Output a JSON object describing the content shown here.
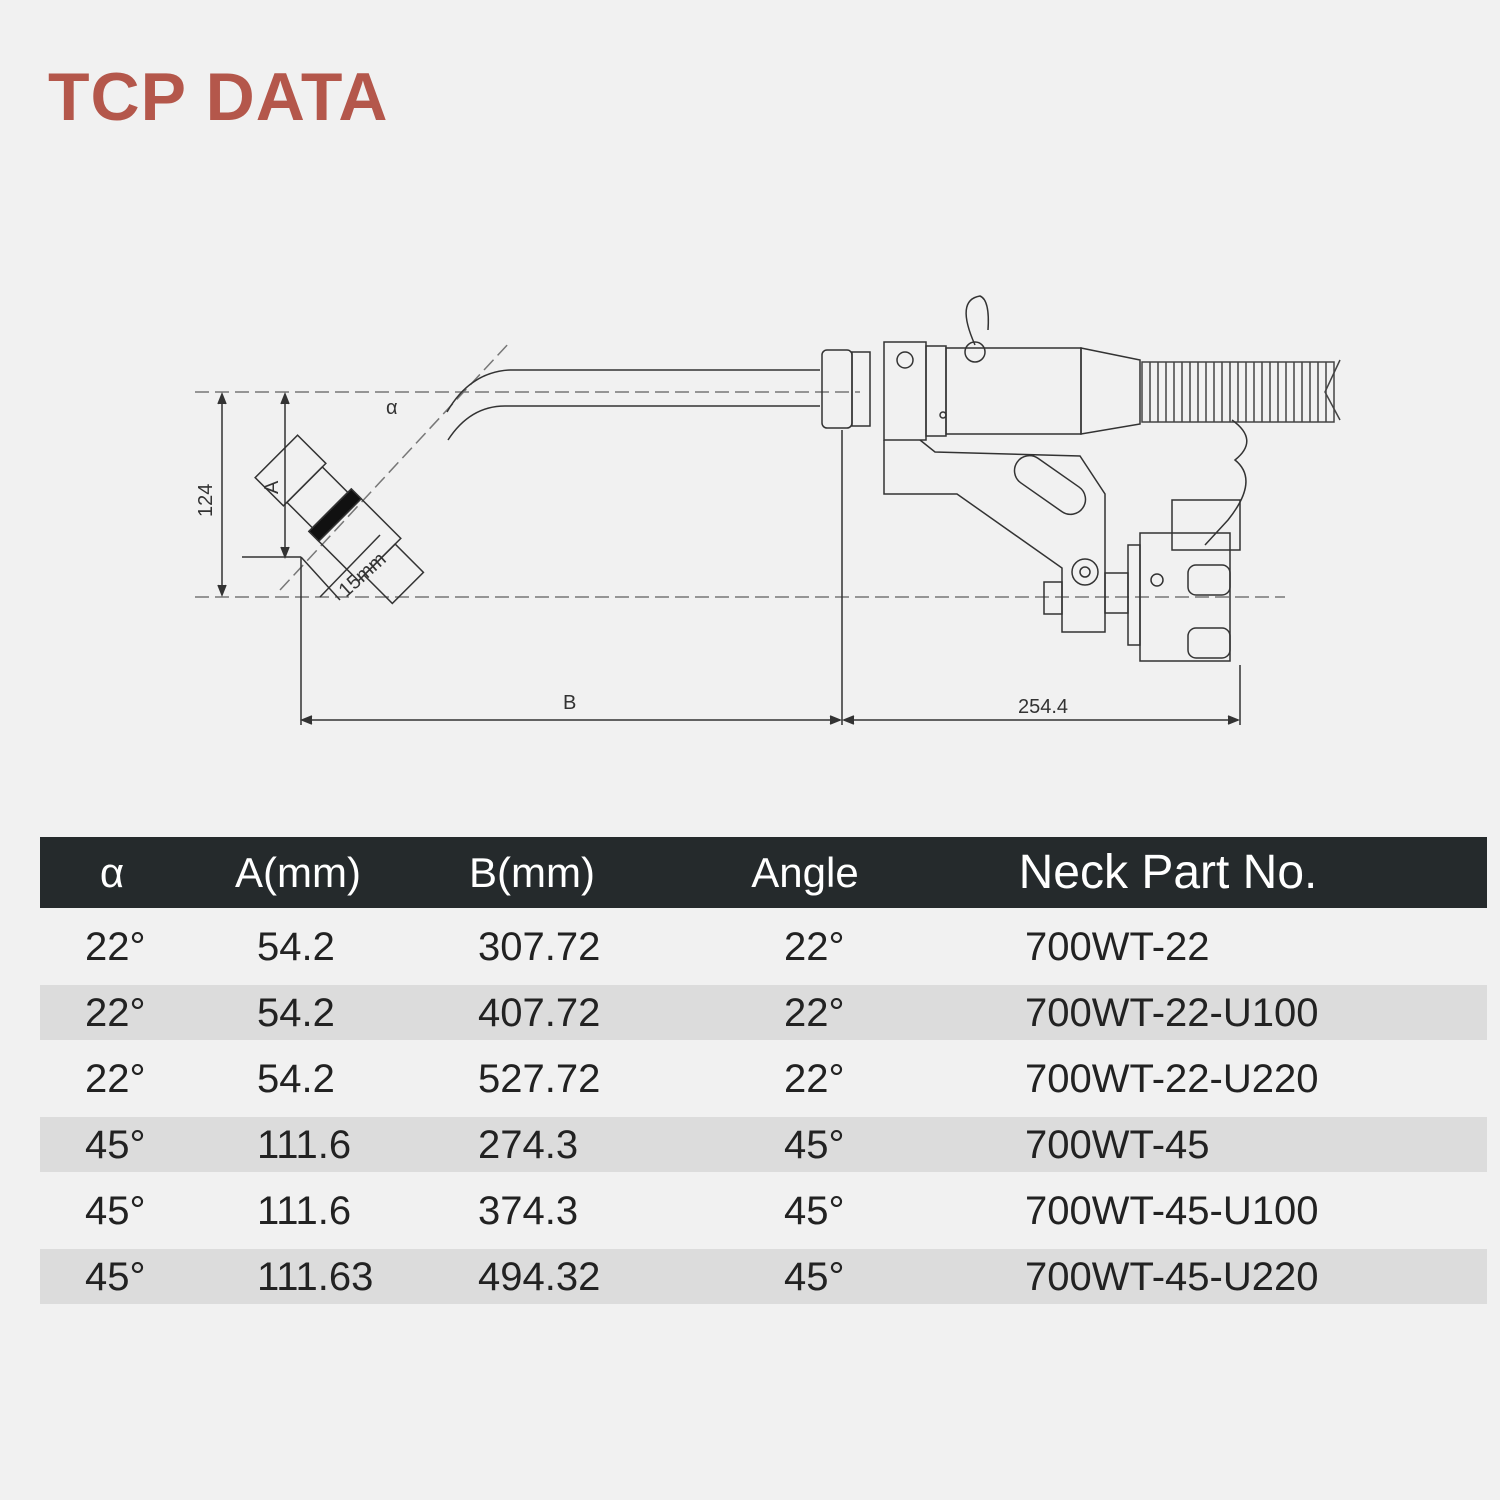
{
  "title": "TCP DATA",
  "drawing": {
    "labels": {
      "alpha": "α",
      "height": "124",
      "a": "A",
      "stickout": "15mm",
      "b": "B",
      "offset": "254.4"
    }
  },
  "table": {
    "headers": [
      "α",
      "A(mm)",
      "B(mm)",
      "Angle",
      "Neck Part No."
    ],
    "rows": [
      [
        "22°",
        "54.2",
        "307.72",
        "22°",
        "700WT-22"
      ],
      [
        "22°",
        "54.2",
        "407.72",
        "22°",
        "700WT-22-U100"
      ],
      [
        "22°",
        "54.2",
        "527.72",
        "22°",
        "700WT-22-U220"
      ],
      [
        "45°",
        "111.6",
        "274.3",
        "45°",
        "700WT-45"
      ],
      [
        "45°",
        "111.6",
        "374.3",
        "45°",
        "700WT-45-U100"
      ],
      [
        "45°",
        "111.63",
        "494.32",
        "45°",
        "700WT-45-U220"
      ]
    ]
  },
  "colors": {
    "title": "#b4574b",
    "header_bg": "#252a2c",
    "stripe": "#dcdcdc"
  }
}
